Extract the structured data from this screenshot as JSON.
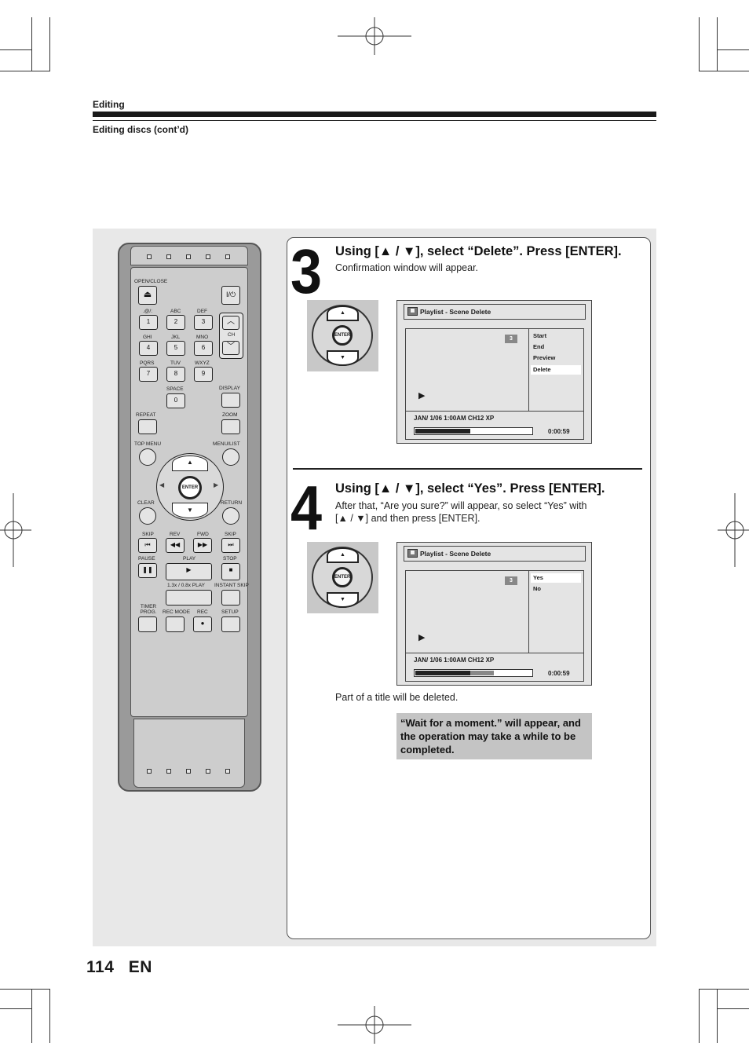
{
  "header": {
    "section": "Editing",
    "subsection": "Editing discs (cont’d)"
  },
  "remote": {
    "labels": {
      "open_close": "OPEN/CLOSE",
      "power": "I/⏻",
      "key1_top": ".@/:",
      "key2_top": "ABC",
      "key3_top": "DEF",
      "key4_top": "GHI",
      "key5_top": "JKL",
      "key6_top": "MNO",
      "key7_top": "PQRS",
      "key8_top": "TUV",
      "key9_top": "WXYZ",
      "key0_top": "SPACE",
      "ch": "CH",
      "display": "DISPLAY",
      "repeat": "REPEAT",
      "zoom": "ZOOM",
      "top_menu": "TOP MENU",
      "menu_list": "MENU/LIST",
      "enter": "ENTER",
      "clear": "CLEAR",
      "return": "RETURN",
      "skip_back": "SKIP",
      "rev": "REV",
      "fwd": "FWD",
      "skip_fwd": "SKIP",
      "pause": "PAUSE",
      "play": "PLAY",
      "stop": "STOP",
      "slow_play": "1.3x / 0.8x PLAY",
      "instant_skip": "INSTANT SKIP",
      "timer_prog": "TIMER PROG.",
      "rec_mode": "REC MODE",
      "rec": "REC",
      "setup": "SETUP"
    },
    "digits": [
      "1",
      "2",
      "3",
      "4",
      "5",
      "6",
      "7",
      "8",
      "9",
      "0"
    ]
  },
  "step3": {
    "number": "3",
    "title": "Using [▲ / ▼], select “Delete”. Press [ENTER].",
    "desc": "Confirmation window will appear.",
    "dpad_enter": "ENTER",
    "screen": {
      "title": "Playlist - Scene Delete",
      "badge": "3",
      "menu": [
        "Start",
        "End",
        "Preview",
        "Delete"
      ],
      "selected": "Delete",
      "info": "JAN/ 1/06 1:00AM CH12 XP",
      "time": "0:00:59",
      "progress": 0.47
    }
  },
  "step4": {
    "number": "4",
    "title": "Using [▲ / ▼], select “Yes”. Press [ENTER].",
    "desc_line1": "After that, “Are you sure?” will appear, so select “Yes” with",
    "desc_line2": "[▲ / ▼] and then press [ENTER].",
    "dpad_enter": "ENTER",
    "screen": {
      "title": "Playlist - Scene Delete",
      "badge": "3",
      "menu": [
        "Yes",
        "No"
      ],
      "selected": "Yes",
      "info": "JAN/ 1/06 1:00AM CH12 XP",
      "time": "0:00:59",
      "progress": 0.47,
      "progress_deleted": 0.2
    },
    "note": "Part of a title will be deleted.",
    "callout": "“Wait for a moment.” will appear, and the operation may take a while to be completed."
  },
  "footer": {
    "page_number": "114",
    "language": "EN"
  }
}
